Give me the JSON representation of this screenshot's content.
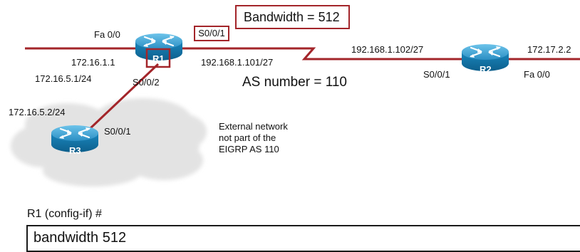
{
  "callout": {
    "bandwidth": "Bandwidth = 512"
  },
  "as_number": "AS number =  110",
  "routers": {
    "r1": "R1",
    "r2": "R2",
    "r3": "R3"
  },
  "interfaces": {
    "r1_fa00": "Fa 0/0",
    "r1_s001": "S0/0/1",
    "r1_s002": "S0/0/2",
    "r2_s001": "S0/0/1",
    "r2_fa00": "Fa 0/0",
    "r3_s001": "S0/0/1"
  },
  "addresses": {
    "r1_lan": "172.16.1.1",
    "r1_wan": "192.168.1.101/27",
    "r2_wan": "192.168.1.102/27",
    "r2_lan": "172.17.2.2",
    "r1_ext": "172.16.5.1/24",
    "r3_ext": "172.16.5.2/24"
  },
  "external_note": [
    "External network",
    "not part of the",
    "EIGRP AS 110"
  ],
  "cli": {
    "prompt": "R1 (config-if) #",
    "command": "bandwidth 512"
  },
  "colors": {
    "link": "#a3252a",
    "router_top": "#3aa3d4",
    "router_body": "#1479ad",
    "router_label": "#ffffff",
    "cloud": "#e4e4e4"
  },
  "icons": {
    "router": "router-icon",
    "cloud": "cloud-icon"
  }
}
